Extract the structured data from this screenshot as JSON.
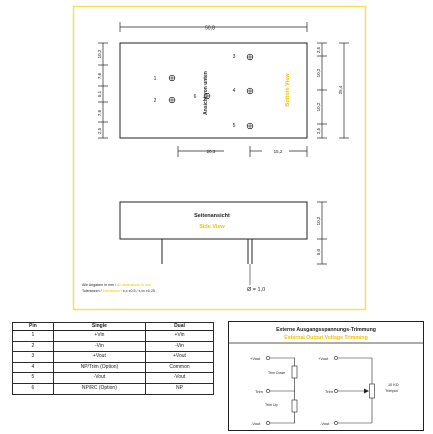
{
  "top_view": {
    "label_de": "Ansicht von unten",
    "label_en": "Bottom View",
    "pins": [
      "1",
      "2",
      "3",
      "4",
      "5",
      "6"
    ],
    "dim_width": "50,8",
    "dim_height": "25,4",
    "dim_left_stack": [
      "2,5",
      "7,6",
      "5,1",
      "7,6",
      "10,2"
    ],
    "dim_right_stack": [
      "2,5",
      "10,2",
      "10,2",
      "2,5"
    ],
    "dim_bottom_1": "20,3",
    "dim_bottom_2": "15,2"
  },
  "side_view": {
    "label_de": "Seitenansicht",
    "label_en": "Side View",
    "dim_right_1": "10,2",
    "dim_right_2": "5,0",
    "dim_pin_dia": "Ø = 1,0"
  },
  "notes": {
    "line1_de": "Alle Angaben in mm",
    "line1_en": "All dimensions in mm",
    "line2_de": "Toleranzen",
    "line2_en": "Tolerances",
    "line2_values": "x,x ±0,5 / x,xx ±0,25"
  },
  "pin_table": {
    "headers": [
      "Pin",
      "Single",
      "Dual"
    ],
    "rows": [
      [
        "1",
        "+Vin",
        "+Vin"
      ],
      [
        "2",
        "-Vin",
        "-Vin"
      ],
      [
        "3",
        "+Vout",
        "+Vout"
      ],
      [
        "4",
        "NP/Trim (Option)",
        "Common"
      ],
      [
        "5",
        "-Vout",
        "-Vout"
      ],
      [
        "6",
        "NP/RC (Option)",
        "NP"
      ]
    ]
  },
  "trim": {
    "title_de": "Externe Ausgangsspannungs-Trimmung",
    "title_en": "External Output Voltage Trimming",
    "plus_vout": "+Vout",
    "minus_vout": "-Vout",
    "trim": "Trim",
    "trim_down": "Trim Down",
    "trim_up": "Trim Up",
    "resistor_value": "10 KΩ",
    "resistor_label": "Trimpot"
  },
  "colors": {
    "frame": "#f5e05a",
    "accent": "#f2c300",
    "line": "#222222"
  }
}
